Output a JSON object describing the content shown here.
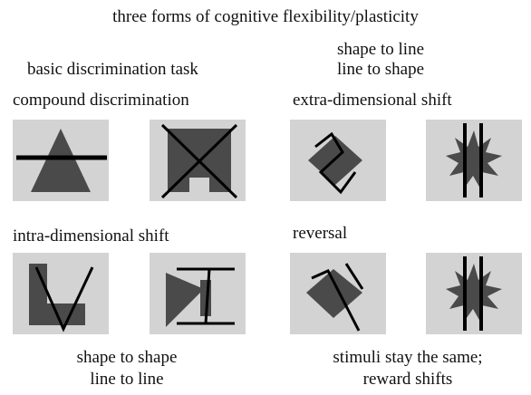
{
  "title": "three forms of cognitive flexibility/plasticity",
  "header_right": {
    "line1": "shape to line",
    "line2": "line to shape"
  },
  "labels": {
    "basic": "basic discrimination task",
    "compound": "compound discrimination",
    "extra": "extra-dimensional shift",
    "intra": "intra-dimensional shift",
    "reversal": "reversal"
  },
  "footer_left": {
    "line1": "shape to shape",
    "line2": "line to line"
  },
  "footer_right": {
    "line1": "stimuli stay the same;",
    "line2": "reward shifts"
  },
  "colors": {
    "panel_bg": "#d3d3d3",
    "shape_fill": "#4a4a4a",
    "line": "#000000"
  }
}
